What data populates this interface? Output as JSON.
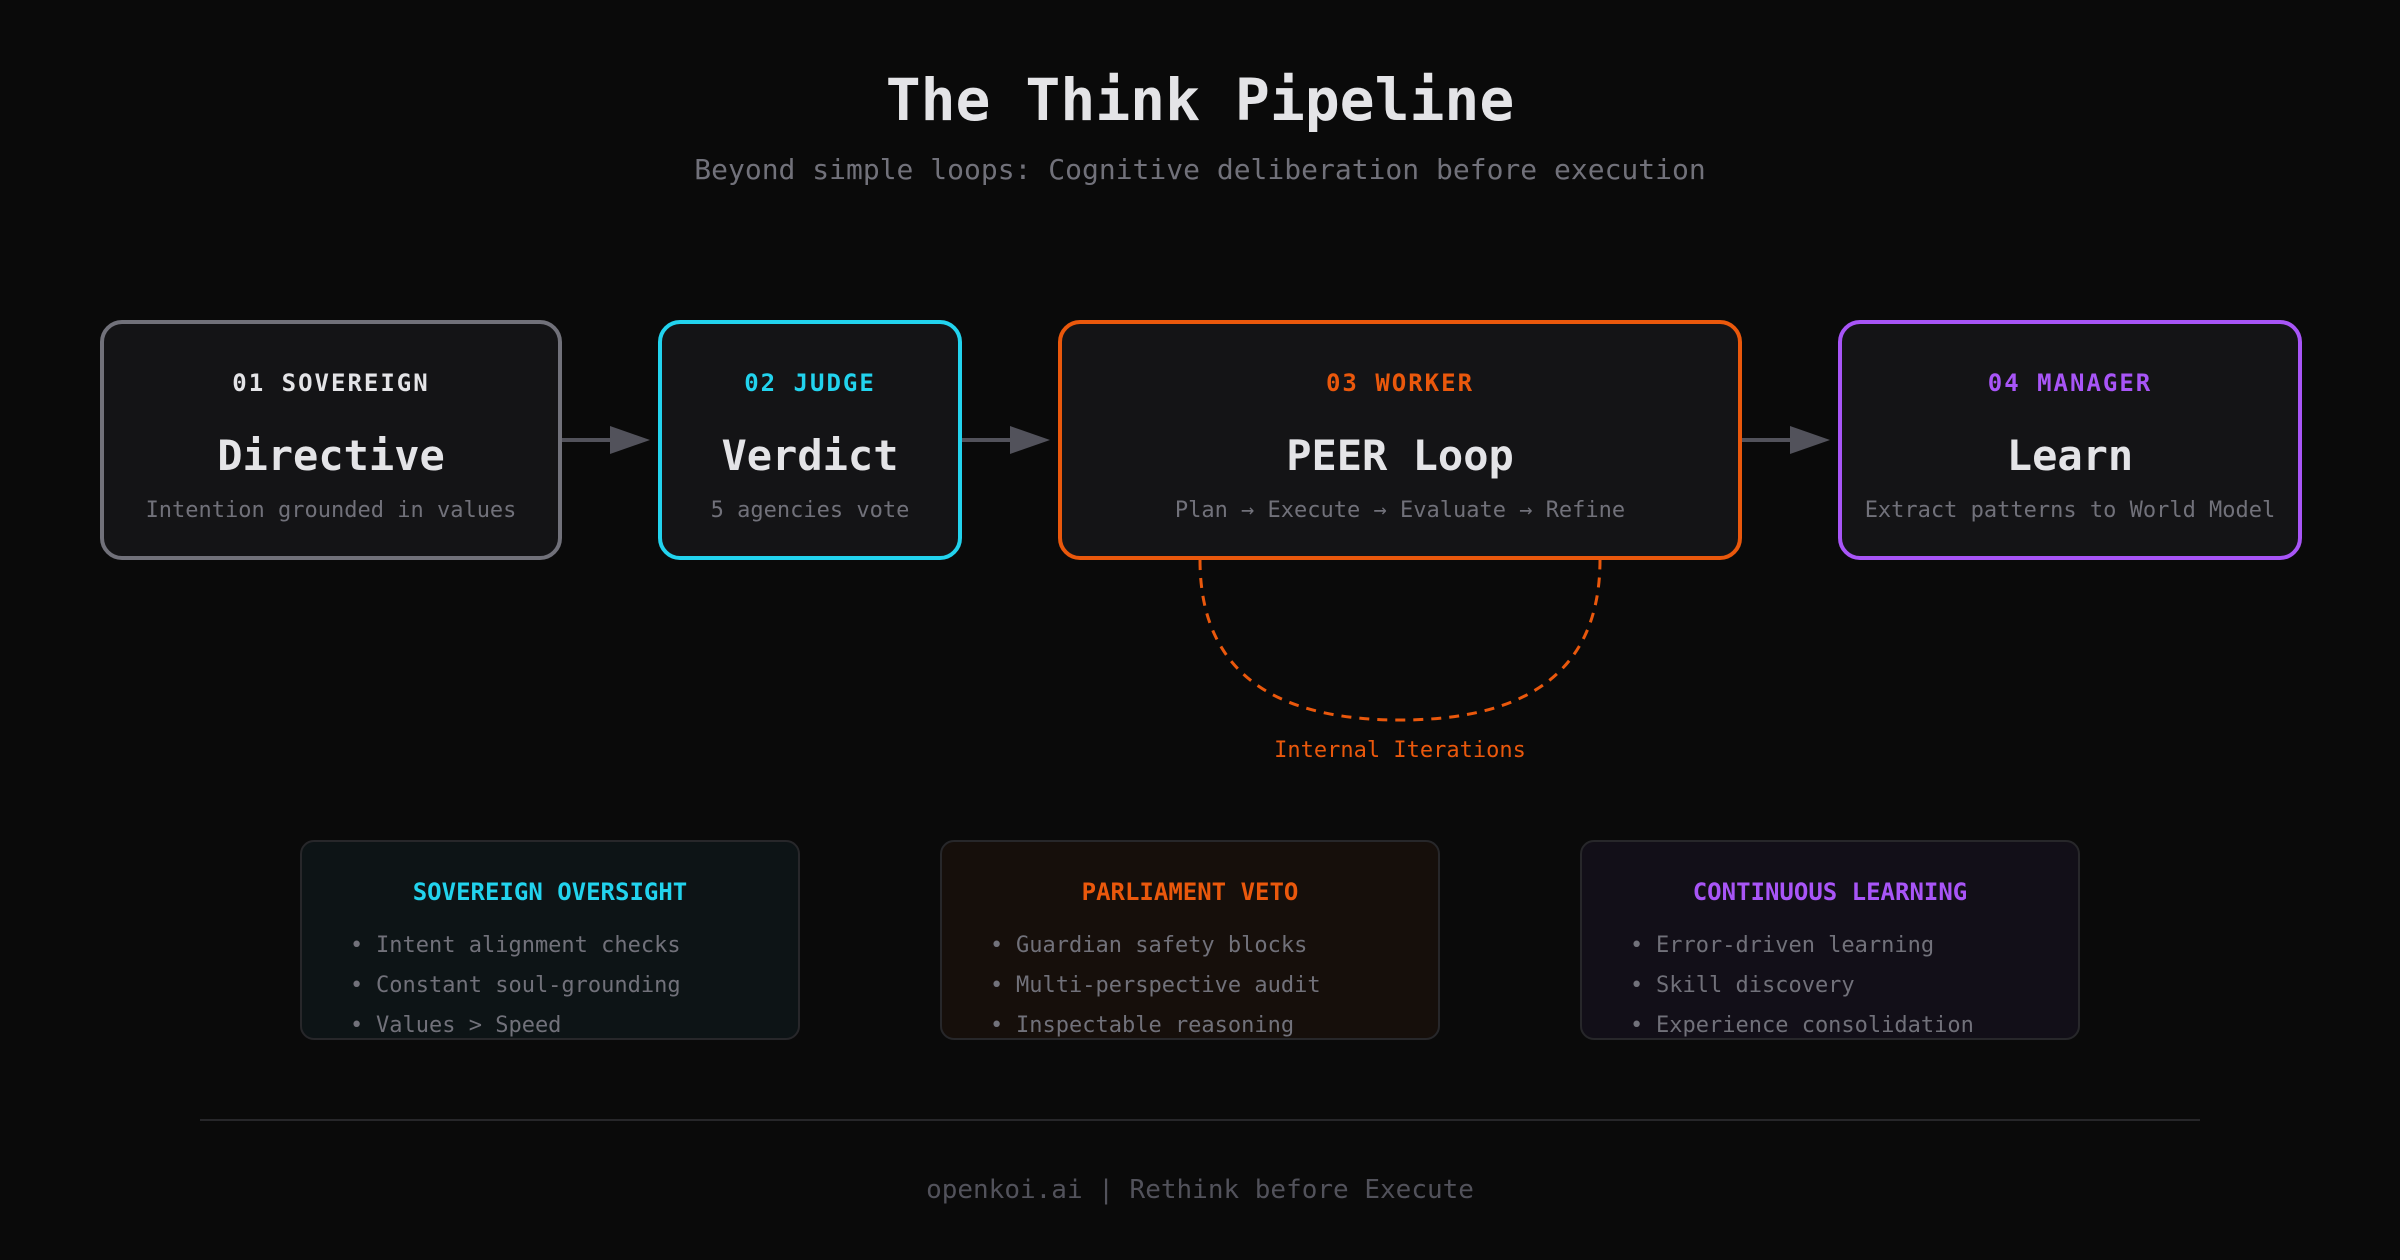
{
  "header": {
    "title": "The Think Pipeline",
    "subtitle": "Beyond simple loops: Cognitive deliberation before execution"
  },
  "colors": {
    "background": "#0a0a0a",
    "neutral": "#71717a",
    "judge": "#22d3ee",
    "worker": "#ea580c",
    "manager": "#a855f7",
    "arrow": "#52525b"
  },
  "stages": [
    {
      "label": "01 SOVEREIGN",
      "name": "Directive",
      "description": "Intention grounded in values",
      "color": "#71717a",
      "label_color": "#e4e4e7"
    },
    {
      "label": "02 JUDGE",
      "name": "Verdict",
      "description": "5 agencies vote",
      "color": "#22d3ee",
      "label_color": "#22d3ee"
    },
    {
      "label": "03 WORKER",
      "name": "PEER Loop",
      "description": "Plan → Execute → Evaluate → Refine",
      "color": "#ea580c",
      "label_color": "#ea580c"
    },
    {
      "label": "04 MANAGER",
      "name": "Learn",
      "description": "Extract patterns to World Model",
      "color": "#a855f7",
      "label_color": "#a855f7"
    }
  ],
  "loop": {
    "label": "Internal Iterations"
  },
  "cards": [
    {
      "title": "SOVEREIGN OVERSIGHT",
      "color": "#22d3ee",
      "background": "#0d1416",
      "items": [
        "Intent alignment checks",
        "Constant soul-grounding",
        "Values > Speed"
      ]
    },
    {
      "title": "PARLIAMENT VETO",
      "color": "#ea580c",
      "background": "#160f0b",
      "items": [
        "Guardian safety blocks",
        "Multi-perspective audit",
        "Inspectable reasoning"
      ]
    },
    {
      "title": "CONTINUOUS LEARNING",
      "color": "#a855f7",
      "background": "#120f18",
      "items": [
        "Error-driven learning",
        "Skill discovery",
        "Experience consolidation"
      ]
    }
  ],
  "bullet_glyph": "•",
  "footer": {
    "text": "openkoi.ai | Rethink before Execute"
  }
}
